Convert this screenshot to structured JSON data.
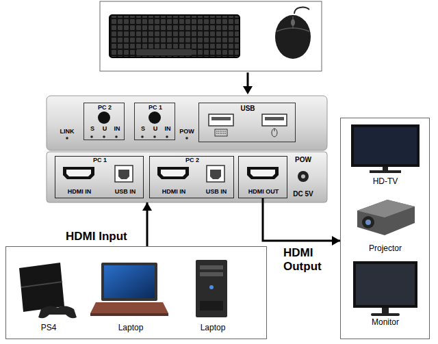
{
  "diagram": {
    "nodes": [
      {
        "text": [
          "LINK",
          "POW"
        ]
      },
      {
        "text": [
          "PC 2",
          "S",
          "U",
          "IN"
        ],
        "in": 0
      },
      {
        "text": [
          "PC 1",
          "S",
          "U",
          "IN"
        ],
        "in": 0
      },
      {
        "text": [
          "USB"
        ],
        "in": 0
      },
      {
        "text": [
          "POW",
          "DC 5V"
        ]
      },
      {
        "text": [
          "PC 1",
          "HDMI IN",
          "USB IN"
        ],
        "in": 4
      },
      {
        "text": [
          "PC 2",
          "HDMI IN",
          "USB IN"
        ],
        "in": 4
      },
      {
        "text": [
          "HDMI OUT"
        ],
        "in": 4
      },
      {
        "text": [
          "PS4",
          "Laptop",
          "Laptop"
        ]
      },
      {
        "text": [
          "HD-TV",
          "Projector",
          "Monitor"
        ]
      }
    ],
    "edges": [
      {
        "from": 8,
        "to": 4,
        "label": "HDMI Input",
        "arrow": "to"
      },
      {
        "from": 7,
        "to": 9,
        "label": "HDMI Output",
        "arrow": "to"
      }
    ]
  }
}
